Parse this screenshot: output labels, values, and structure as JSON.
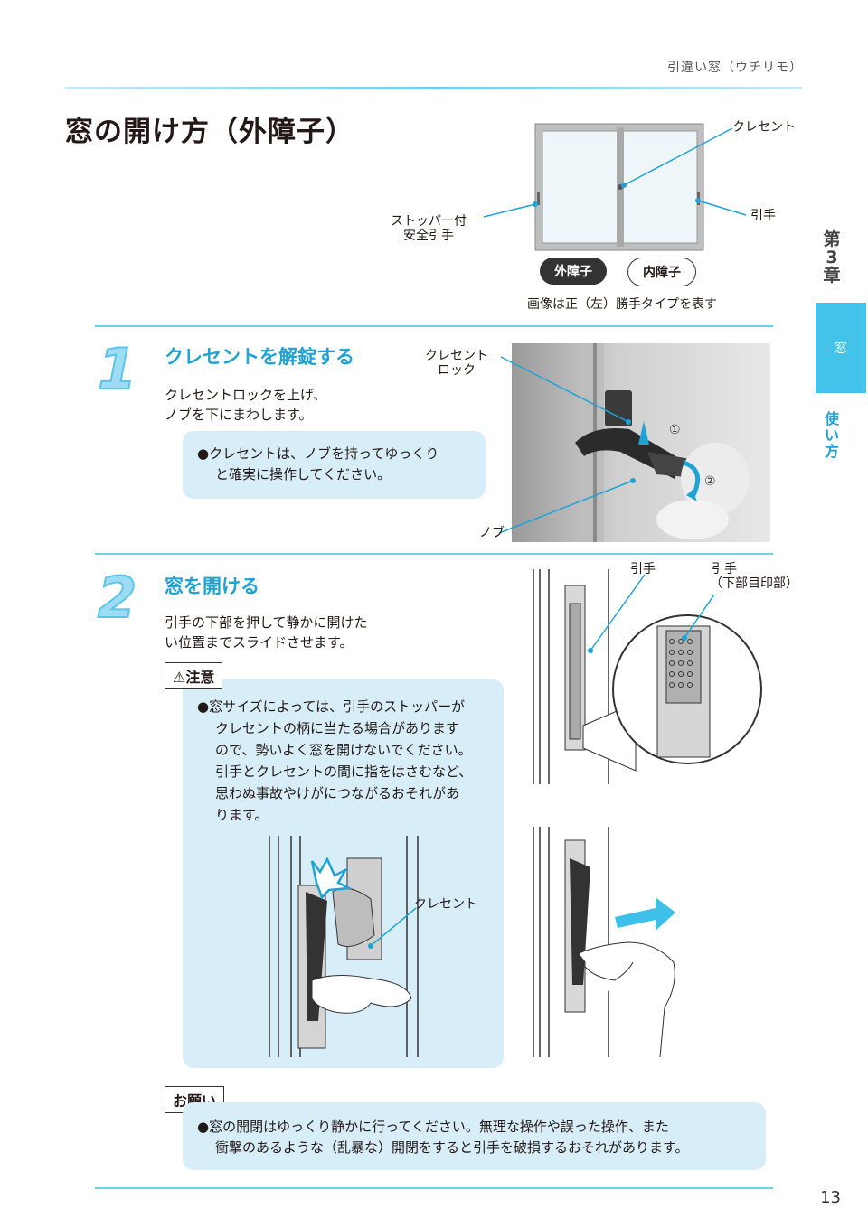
{
  "header": {
    "section": "引違い窓（ウチリモ）"
  },
  "page_title": "窓の開け方（外障子）",
  "side_nav": {
    "chapter": [
      "第",
      "3",
      "章"
    ],
    "active_tab": "窓",
    "inactive_tab": [
      "使",
      "い",
      "方"
    ]
  },
  "top_figure": {
    "label_crescent": "クレセント",
    "label_stopper": [
      "ストッパー付",
      "安全引手"
    ],
    "label_handle": "引手",
    "pill_outer": "外障子",
    "pill_inner": "内障子",
    "caption": "画像は正（左）勝手タイプを表す"
  },
  "step1": {
    "number": "1",
    "title": "クレセントを解錠する",
    "body": [
      "クレセントロックを上げ、",
      "ノブを下にまわします。"
    ],
    "note": [
      "●クレセントは、ノブを持ってゆっくり",
      "と確実に操作してください。"
    ],
    "label_lock": [
      "クレセント",
      "ロック"
    ],
    "label_knob": "ノブ",
    "mark1": "①",
    "mark2": "②"
  },
  "step2": {
    "number": "2",
    "title": "窓を開ける",
    "body": [
      "引手の下部を押して静かに開けた",
      "い位置までスライドさせます。"
    ],
    "caution_title": "⚠注意",
    "caution": [
      "●窓サイズによっては、引手のストッパーが",
      "クレセントの柄に当たる場合があります",
      "ので、勢いよく窓を開けないでください。",
      "引手とクレセントの間に指をはさむなど、",
      "思わぬ事故やけがにつながるおそれがあ",
      "ります。"
    ],
    "label_handle": "引手",
    "label_handle_lower": [
      "引手",
      "（下部目印部）"
    ],
    "label_crescent": "クレセント"
  },
  "request": {
    "title": "お願い",
    "text": [
      "●窓の開閉はゆっくり静かに行ってください。無理な操作や誤った操作、また",
      "衝撃のあるような（乱暴な）開閉をすると引手を破損するおそれがあります。"
    ]
  },
  "page_number": "13",
  "colors": {
    "accent": "#1fa3d4",
    "tab": "#44c3ea",
    "note_bg": "#d7eef9",
    "rule": "#6fcdee"
  }
}
